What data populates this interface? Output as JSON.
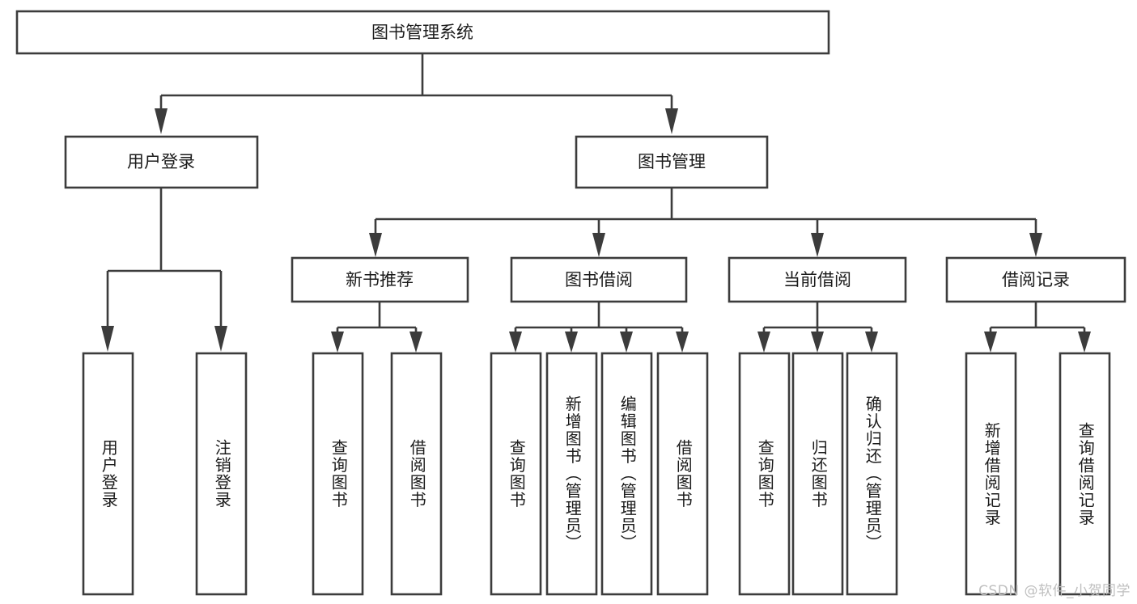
{
  "diagram": {
    "type": "tree",
    "title": "图书管理系统",
    "watermark": "CSDN @软件_小贺同学",
    "colors": {
      "stroke": "#3c3c3c",
      "box_fill": "#ffffff",
      "text": "#1b1b1b",
      "background": "#ffffff",
      "watermark": "#bfbfbf"
    },
    "root": {
      "label": "图书管理系统"
    },
    "level2": [
      {
        "label": "用户登录"
      },
      {
        "label": "图书管理"
      }
    ],
    "level3": [
      {
        "label": "新书推荐"
      },
      {
        "label": "图书借阅"
      },
      {
        "label": "当前借阅"
      },
      {
        "label": "借阅记录"
      }
    ],
    "leaves": [
      {
        "label": "用户登录",
        "parent": "用户登录"
      },
      {
        "label": "注销登录",
        "parent": "用户登录"
      },
      {
        "label": "查询图书",
        "parent": "新书推荐"
      },
      {
        "label": "借阅图书",
        "parent": "新书推荐"
      },
      {
        "label": "查询图书",
        "parent": "图书借阅"
      },
      {
        "label": "新增图书（管理员）",
        "parent": "图书借阅"
      },
      {
        "label": "编辑图书（管理员）",
        "parent": "图书借阅"
      },
      {
        "label": "借阅图书",
        "parent": "图书借阅"
      },
      {
        "label": "查询图书",
        "parent": "当前借阅"
      },
      {
        "label": "归还图书",
        "parent": "当前借阅"
      },
      {
        "label": "确认归还（管理员）",
        "parent": "当前借阅"
      },
      {
        "label": "新增借阅记录",
        "parent": "借阅记录"
      },
      {
        "label": "查询借阅记录",
        "parent": "借阅记录"
      }
    ]
  }
}
